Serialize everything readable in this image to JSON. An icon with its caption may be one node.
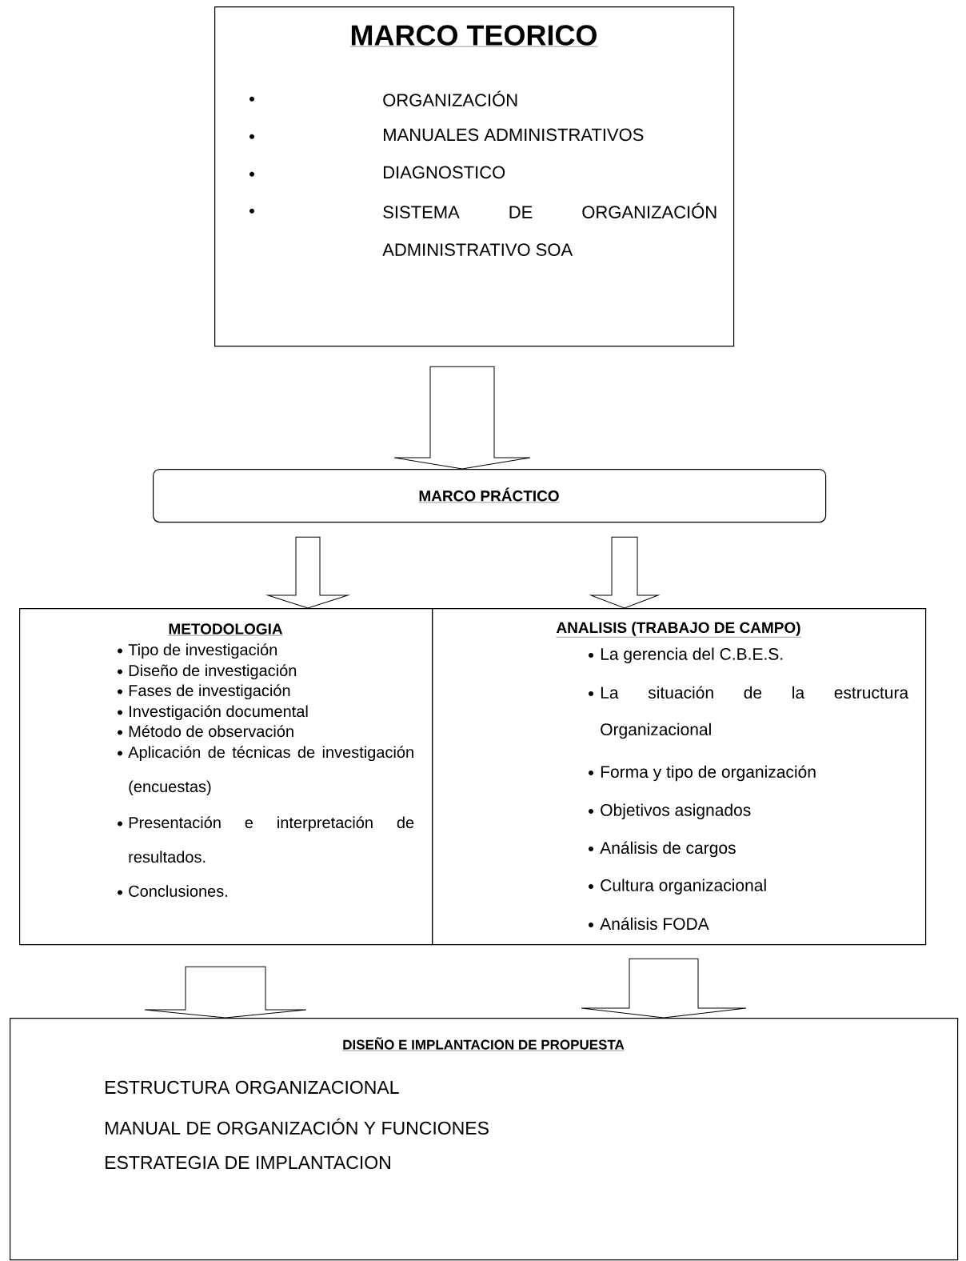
{
  "diagram": {
    "nodes": [
      {
        "text": [
          "MARCO TEORICO",
          "ORGANIZACIÓN",
          "MANUALES ADMINISTRATIVOS",
          "DIAGNOSTICO",
          "SISTEMA DE ORGANIZACIÓN ADMINISTRATIVO SOA"
        ]
      },
      {
        "text": [
          "MARCO PRÁCTICO"
        ]
      },
      {
        "text": [
          "METODOLOGIA",
          "Tipo de investigación",
          "Diseño de investigación",
          "Fases de investigación",
          "Investigación documental",
          "Método de observación",
          "Aplicación de técnicas de investigación (encuestas)",
          "Presentación e interpretación de resultados.",
          "Conclusiones."
        ]
      },
      {
        "text": [
          "ANALISIS (TRABAJO DE CAMPO)",
          "La gerencia del C.B.E.S.",
          "La situación de la estructura Organizacional",
          "Forma y tipo de organización",
          "Objetivos asignados",
          "Análisis de cargos",
          "Cultura organizacional",
          "Análisis FODA"
        ]
      },
      {
        "text": [
          "DISEÑO E IMPLANTACION DE PROPUESTA",
          "ESTRUCTURA ORGANIZACIONAL",
          "MANUAL DE ORGANIZACIÓN Y FUNCIONES",
          "ESTRATEGIA DE IMPLANTACION"
        ]
      }
    ],
    "edges": [
      {
        "from": 0,
        "to": 1,
        "arrow": "to"
      },
      {
        "from": 1,
        "to": 2,
        "arrow": "to"
      },
      {
        "from": 1,
        "to": 3,
        "arrow": "to"
      },
      {
        "from": 2,
        "to": 4,
        "arrow": "to"
      },
      {
        "from": 3,
        "to": 4,
        "arrow": "to"
      }
    ]
  }
}
